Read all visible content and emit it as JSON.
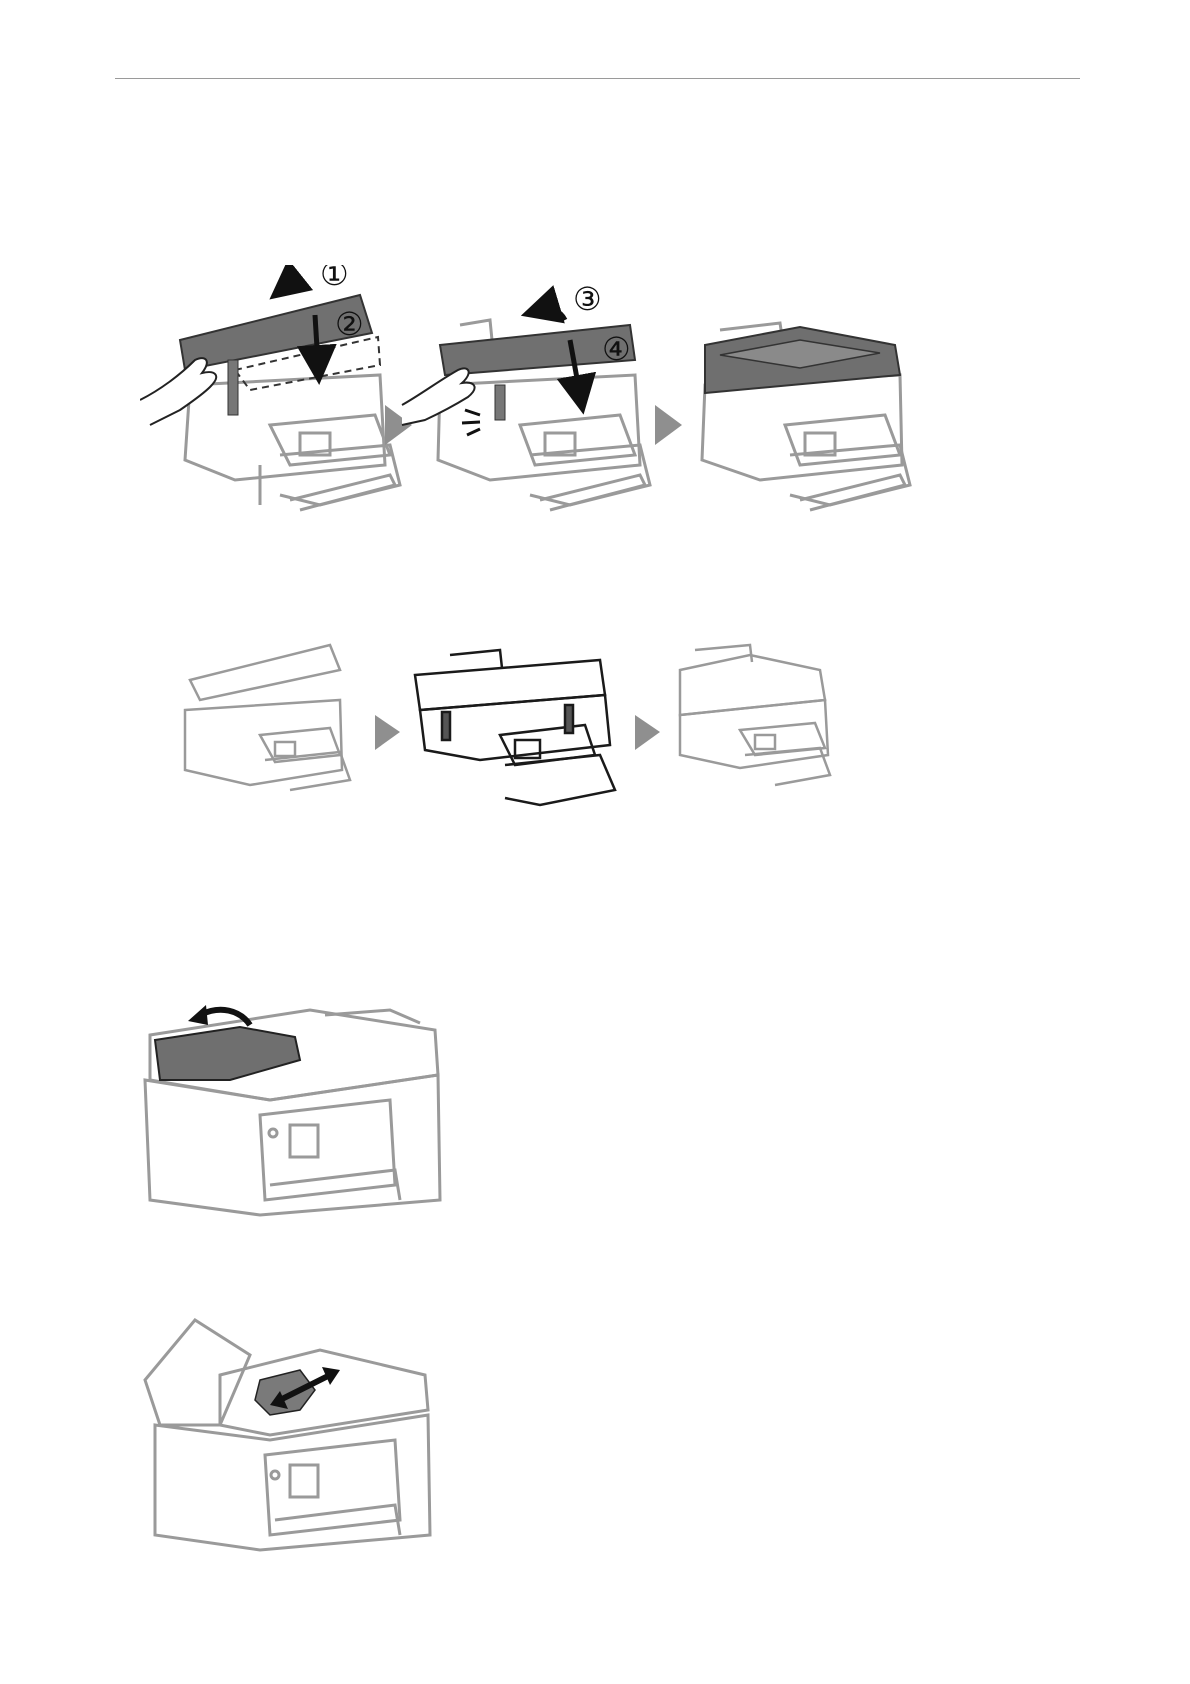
{
  "page": {
    "figures": [
      {
        "name": "scanner-close-sequence",
        "callouts": [
          "①",
          "②",
          "③",
          "④"
        ],
        "panels": 3
      },
      {
        "name": "scanner-open-sequence",
        "panels": 3
      },
      {
        "name": "open-adf-cover"
      },
      {
        "name": "remove-jammed-paper-adf"
      }
    ],
    "colors": {
      "line": "#9a9a9a",
      "dark_part": "#707070",
      "arrow": "#111111",
      "step_triangle": "#8f8f8f"
    },
    "icons": [
      "step-arrow-icon",
      "hand-icon",
      "curved-arrow-icon",
      "double-arrow-icon"
    ]
  }
}
